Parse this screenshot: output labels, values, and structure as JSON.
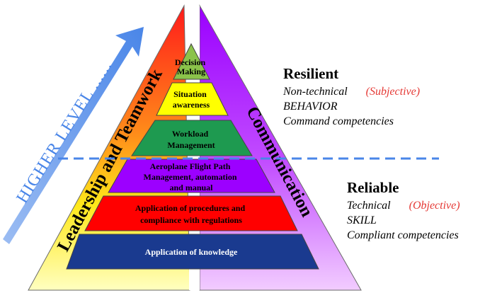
{
  "diagram": {
    "tiers": [
      {
        "lines": [
          "Decision",
          "Making"
        ],
        "color": "#8bc34a"
      },
      {
        "lines": [
          "Situation",
          "awareness"
        ],
        "color": "#ffff00"
      },
      {
        "lines": [
          "Workload",
          "Management"
        ],
        "color": "#1e9a50"
      },
      {
        "lines": [
          "Aeroplane Flight Path",
          "Management, automation",
          "and manual"
        ],
        "color": "#9c00ff"
      },
      {
        "lines": [
          "Application of procedures and",
          "compliance with regulations"
        ],
        "color": "#ff0000"
      },
      {
        "lines": [
          "Application of knowledge"
        ],
        "color": "#1a3a8f"
      }
    ],
    "left_side_label": "Leadership and Teamwork",
    "right_side_label": "Communication",
    "arrow_label": "HIGHER LEVEL ......",
    "colors": {
      "left_gradient": [
        "#ff1a1a",
        "#ff8c1a",
        "#ffe81a",
        "#ffffc0"
      ],
      "right_gradient": [
        "#9a00ff",
        "#c24dff",
        "#f2ccff"
      ],
      "arrow": "#4a86e8",
      "divider": "#4a86e8",
      "subjective_objective": "#e53935"
    }
  },
  "legend": {
    "resilient": {
      "heading": "Resilient",
      "line1": "Non-technical",
      "tag": "(Subjective)",
      "line2": "BEHAVIOR",
      "line3": "Command competencies"
    },
    "reliable": {
      "heading": "Reliable",
      "line1": "Technical",
      "tag": "(Objective)",
      "line2": "SKILL",
      "line3": "Compliant competencies"
    }
  }
}
